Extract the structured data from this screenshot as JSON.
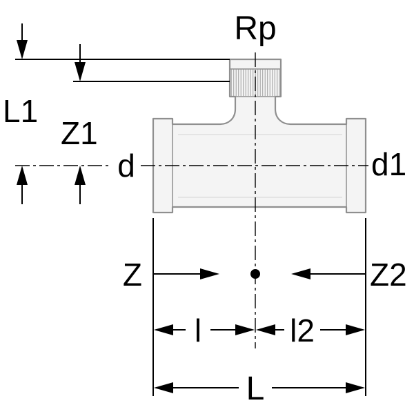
{
  "drawing": {
    "type": "technical-dimension-drawing",
    "subject": "tee-fitting-with-threaded-branch",
    "labels": {
      "rp": "Rp",
      "l1": "L1",
      "z1": "Z1",
      "d": "d",
      "d1": "d1",
      "z": "Z",
      "z2": "Z2",
      "l": "l",
      "l2": "l2",
      "L": "L"
    },
    "colors": {
      "background": "#ffffff",
      "dimension_lines": "#000000",
      "text": "#000000",
      "fitting_outline": "#8f8f8f",
      "fitting_fill": "#f4f4f4",
      "thread_hatch": "#9f9f9f"
    }
  }
}
